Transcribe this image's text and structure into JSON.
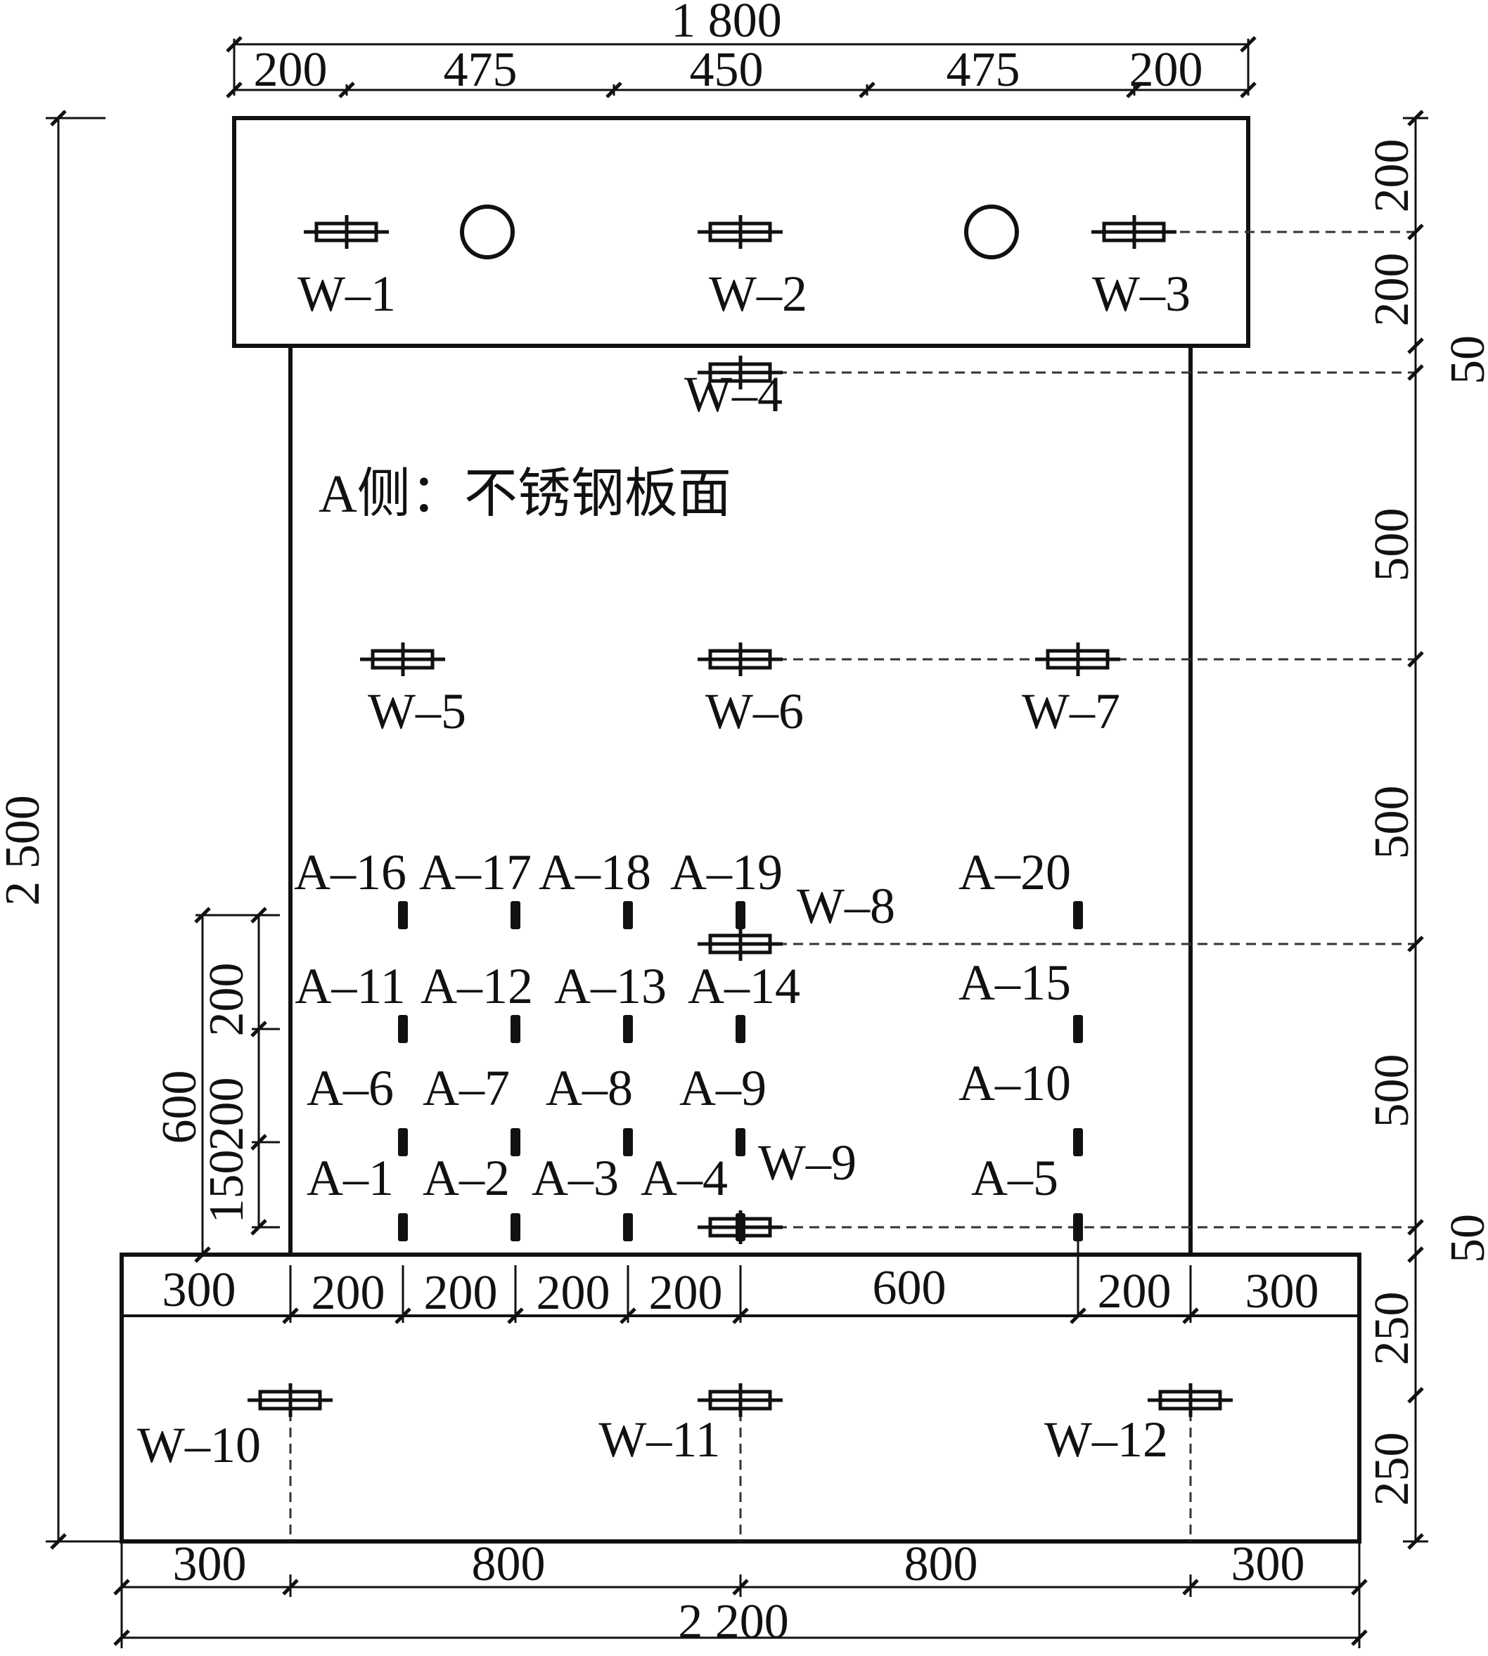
{
  "colors": {
    "line": "#111111",
    "background": "#ffffff"
  },
  "top_dims": {
    "total": "1 800",
    "parts": [
      "200",
      "475",
      "450",
      "475",
      "200"
    ]
  },
  "left_dims": {
    "total": "2 500",
    "sub_total": "600",
    "parts": [
      "200",
      "200",
      "150"
    ]
  },
  "right_dims": {
    "parts": [
      "200",
      "200",
      "50",
      "500",
      "500",
      "500",
      "50",
      "250",
      "250"
    ]
  },
  "base_top_dims": [
    "300",
    "200",
    "200",
    "200",
    "200",
    "600",
    "200",
    "300"
  ],
  "bottom_dims": {
    "total": "2 200",
    "parts": [
      "300",
      "800",
      "800",
      "300"
    ]
  },
  "side_label": "A侧：不锈钢板面",
  "gauges_w": [
    "W–1",
    "W–2",
    "W–3",
    "W–4",
    "W–5",
    "W–6",
    "W–7",
    "W–8",
    "W–9",
    "W–10",
    "W–11",
    "W–12"
  ],
  "gauges_a": [
    "A–1",
    "A–2",
    "A–3",
    "A–4",
    "A–5",
    "A–6",
    "A–7",
    "A–8",
    "A–9",
    "A–10",
    "A–11",
    "A–12",
    "A–13",
    "A–14",
    "A–15",
    "A–16",
    "A–17",
    "A–18",
    "A–19",
    "A–20"
  ]
}
